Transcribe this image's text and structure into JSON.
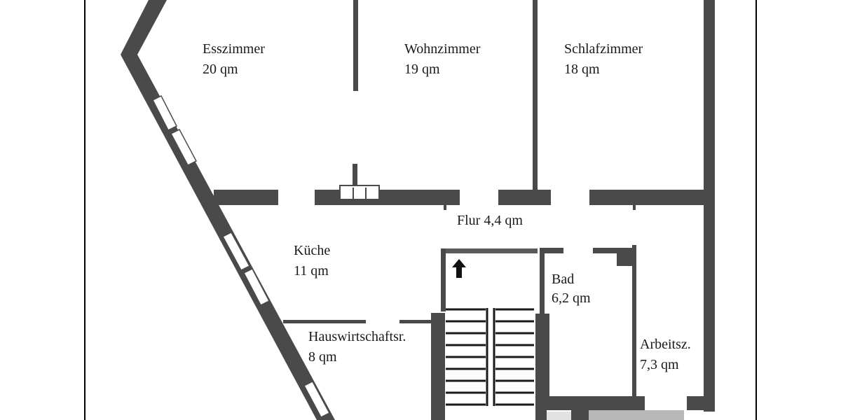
{
  "rooms": {
    "esszimmer": {
      "name": "Esszimmer",
      "area": "20 qm"
    },
    "wohnzimmer": {
      "name": "Wohnzimmer",
      "area": "19 qm"
    },
    "schlafzimmer": {
      "name": "Schlafzimmer",
      "area": "18 qm"
    },
    "flur": {
      "label": "Flur 4,4 qm"
    },
    "kueche": {
      "name": "Küche",
      "area": "11 qm"
    },
    "bad": {
      "name": "Bad",
      "area": "6,2 qm"
    },
    "hauswirtschaft": {
      "name": "Hauswirtschaftsr.",
      "area": "8 qm"
    },
    "arbeitszimmer": {
      "name": "Arbeitsz.",
      "area": "7,3 qm"
    }
  },
  "colors": {
    "wall": "#4a4a4a",
    "text": "#1a1a1a",
    "background": "#ffffff",
    "balcony": "#b8b8b8"
  },
  "icons": {
    "stair_direction": "up-arrow-icon"
  }
}
